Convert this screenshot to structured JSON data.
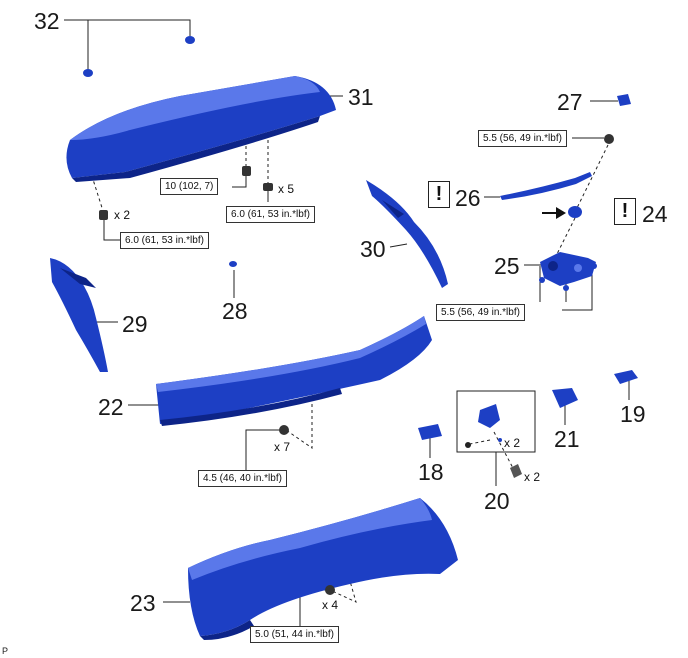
{
  "callouts": [
    "32",
    "31",
    "27",
    "26",
    "24",
    "30",
    "25",
    "29",
    "28",
    "22",
    "19",
    "21",
    "18",
    "20",
    "23"
  ],
  "torque_specs": {
    "spoiler_nut": "10 (102, 7)",
    "spoiler_screw_1": "6.0 (61, 53 in.*lbf)",
    "spoiler_screw_2": "6.0 (61, 53 in.*lbf)",
    "wiper_arm_nut": "5.5 (56, 49 in.*lbf)",
    "wiper_motor": "5.5 (56, 49 in.*lbf)",
    "garnish_upper": "4.5 (46, 40 in.*lbf)",
    "garnish_lower": "5.0 (51, 44 in.*lbf)"
  },
  "quantities": {
    "q1": "x 2",
    "q2": "x 5",
    "q3": "x 7",
    "q4": "x 2",
    "q5": "x 2",
    "q6": "x 4"
  },
  "warning_mark": "!",
  "footer_code": "P",
  "colors": {
    "part_blue": "#1d3fc4",
    "part_dark": "#0d2488",
    "part_light": "#5a78ea",
    "line": "#222222"
  }
}
